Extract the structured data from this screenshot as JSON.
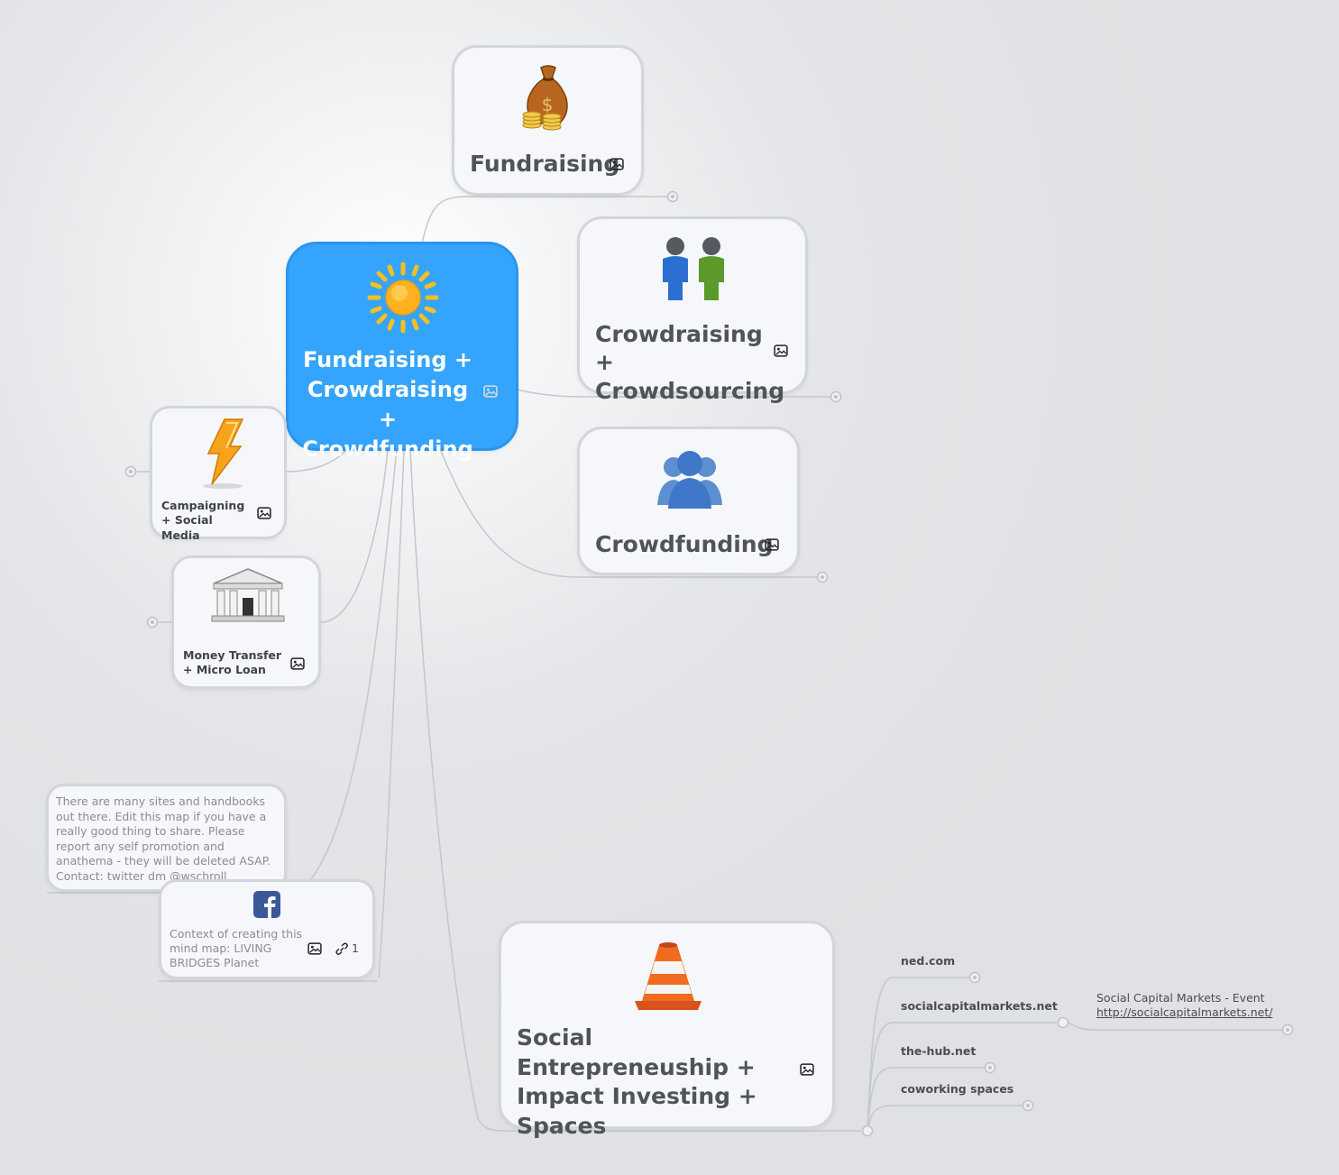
{
  "root": {
    "title": "Fundraising + Crowdraising + Crowdfunding",
    "icon": "sun-icon"
  },
  "right_nodes": [
    {
      "title": "Fundraising",
      "icon": "money-bag-icon"
    },
    {
      "title": "Crowdraising + Crowdsourcing",
      "icon": "two-people-icon"
    },
    {
      "title": "Crowdfunding",
      "icon": "group-icon"
    }
  ],
  "left_nodes": [
    {
      "title": "Campaigning + Social Media",
      "icon": "lightning-icon"
    },
    {
      "title": "Money Transfer + Micro Loan",
      "icon": "bank-icon"
    }
  ],
  "note_node": {
    "text": "There are many sites and handbooks out there. Edit this map if you have a really good thing to share. Please report any self promotion and anathema - they will be deleted ASAP.\nContact: twitter dm @wschroll"
  },
  "context_node": {
    "text": "Context of creating this mind map: LIVING BRIDGES Planet",
    "icon": "facebook-icon",
    "link_count": "1"
  },
  "social_node": {
    "title": "Social Entrepreneuship + Impact Investing + Spaces",
    "icon": "traffic-cone-icon",
    "children": [
      {
        "label": "ned.com"
      },
      {
        "label": "socialcapitalmarkets.net",
        "note_title": "Social Capital Markets - Event",
        "note_link": "http://socialcapitalmarkets.net/"
      },
      {
        "label": "the-hub.net"
      },
      {
        "label": "coworking spaces"
      }
    ]
  },
  "colors": {
    "root": "#35a4ff",
    "connector": "#c4c7cc",
    "node_border": "#d2d5da",
    "node_fill": "#f5f7fb"
  }
}
